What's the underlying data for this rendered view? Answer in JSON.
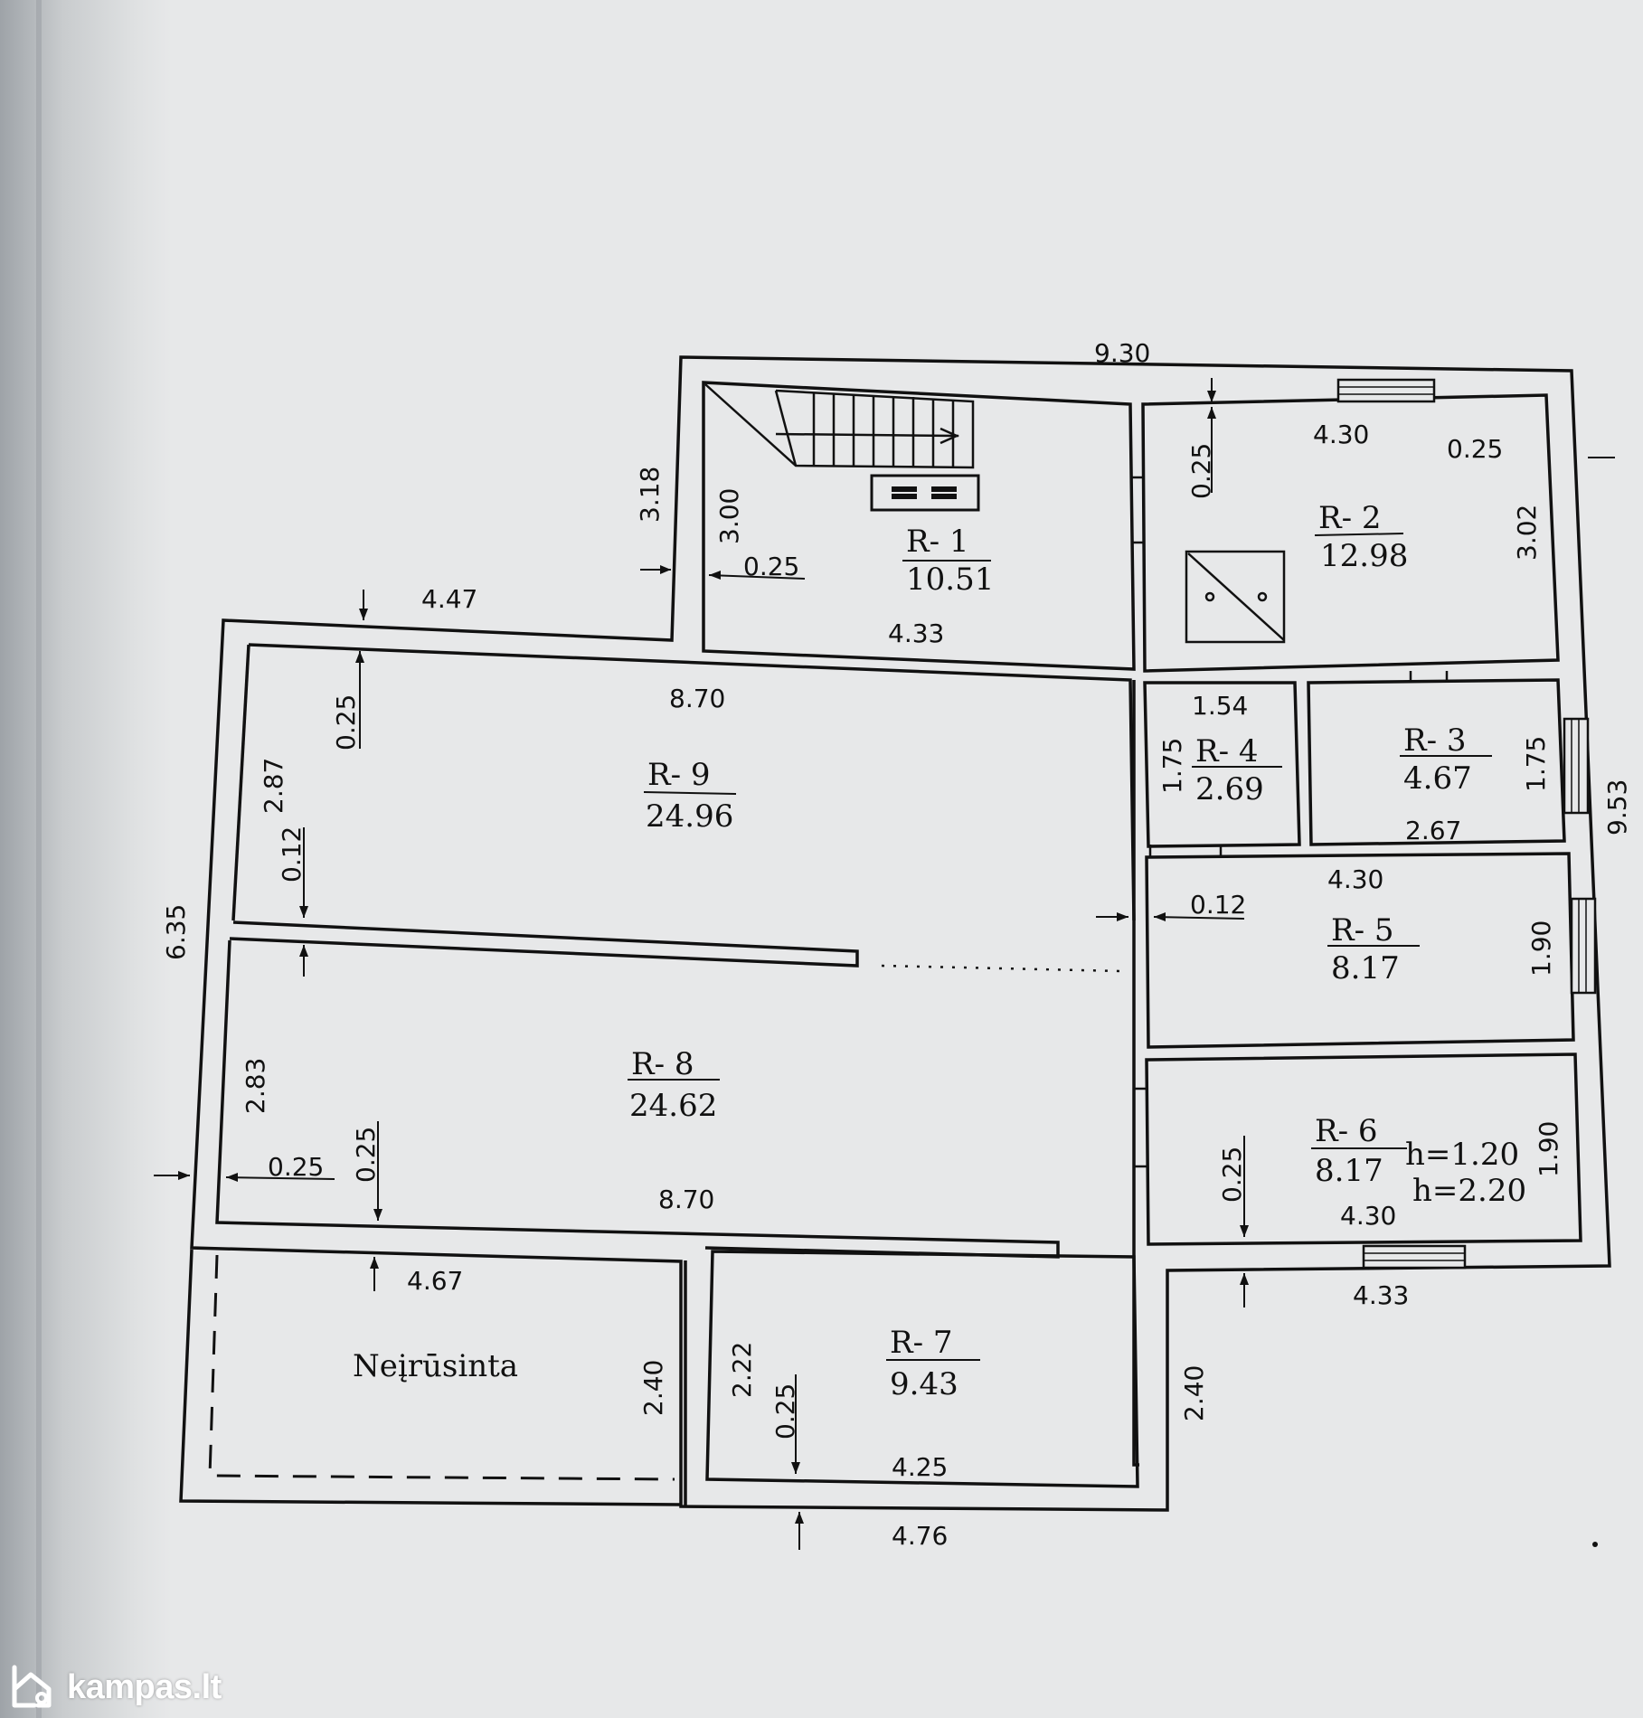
{
  "rooms": [
    {
      "label": "R- 1",
      "area": "10.51"
    },
    {
      "label": "R- 2",
      "area": "12.98"
    },
    {
      "label": "R- 3",
      "area": "4.67"
    },
    {
      "label": "R- 4",
      "area": "2.69"
    },
    {
      "label": "R- 5",
      "area": "8.17"
    },
    {
      "label": "R- 6",
      "area": "8.17"
    },
    {
      "label": "R- 7",
      "area": "9.43"
    },
    {
      "label": "R- 8",
      "area": "24.62"
    },
    {
      "label": "R- 9",
      "area": "24.96"
    }
  ],
  "unheated_label": "Neįrūsinta",
  "heights": {
    "h1": "h=1.20",
    "h2": "h=2.20"
  },
  "dimensions": {
    "top_overall": "9.30",
    "r1_height_outer": "3.18",
    "r1_height": "3.00",
    "r1_wall": "0.25",
    "r1_width": "4.33",
    "r2_wall_top": "0.25",
    "r2_width": "4.30",
    "r2_wall_right": "0.25",
    "r2_height": "3.02",
    "left_top": "4.47",
    "r9_wall": "0.25",
    "r9_width": "8.70",
    "r9_height": "2.87",
    "r9_partition": "0.12",
    "left_overall": "6.35",
    "r8_height": "2.83",
    "r8_wall_left": "0.25",
    "r8_wall_bottom": "0.25",
    "r8_width": "8.70",
    "r4_width": "1.54",
    "r4_height": "1.75",
    "r3_height": "1.75",
    "r3_width": "2.67",
    "right_overall": "9.53",
    "r5_width": "4.30",
    "r5_partition": "0.12",
    "r5_height": "1.90",
    "r6_wall": "0.25",
    "r6_width": "4.30",
    "r6_height": "1.90",
    "bottom_right": "4.33",
    "right_lower": "2.40",
    "unheated_width": "4.67",
    "unheated_height": "2.40",
    "r7_height": "2.22",
    "r7_wall": "0.25",
    "r7_width": "4.25",
    "bottom_overall": "4.76"
  },
  "watermark": {
    "text": "kampas.lt"
  }
}
